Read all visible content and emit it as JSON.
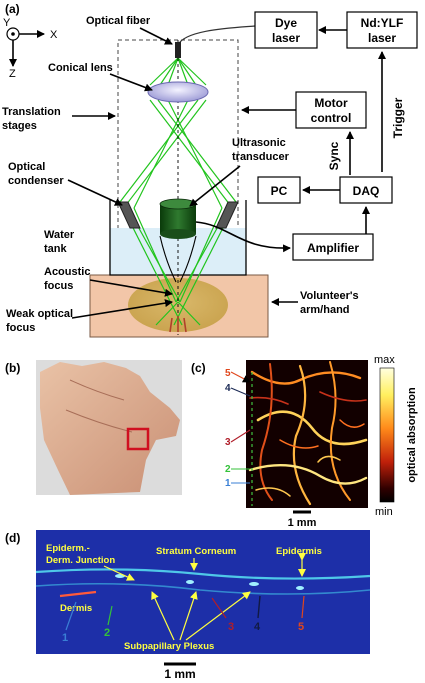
{
  "panel_a": {
    "label": "(a)",
    "axes": {
      "y": "Y",
      "x": "X",
      "z": "Z"
    },
    "optical_fiber": "Optical fiber",
    "dye_laser": [
      "Dye",
      "laser"
    ],
    "ndylf_laser": [
      "Nd:YLF",
      "laser"
    ],
    "conical_lens": "Conical lens",
    "translation_stages": [
      "Translation",
      "stages"
    ],
    "motor_control": [
      "Motor",
      "control"
    ],
    "trigger": "Trigger",
    "ultrasonic_transducer": [
      "Ultrasonic",
      "transducer"
    ],
    "optical_condenser": [
      "Optical",
      "condenser"
    ],
    "sync": "Sync",
    "pc": "PC",
    "daq": "DAQ",
    "water_tank": [
      "Water",
      "tank"
    ],
    "amplifier": "Amplifier",
    "acoustic_focus": [
      "Acoustic",
      "focus"
    ],
    "weak_optical_focus": [
      "Weak optical",
      "focus"
    ],
    "volunteer": [
      "Volunteer's",
      "arm/hand"
    ]
  },
  "panel_b": {
    "label": "(b)"
  },
  "panel_c": {
    "label": "(c)",
    "markers": [
      "5",
      "4",
      "3",
      "2",
      "1"
    ],
    "colorbar_max": "max",
    "colorbar_min": "min",
    "colorbar_label": "optical absorption",
    "scalebar": "1 mm"
  },
  "panel_d": {
    "label": "(d)",
    "epiderm_junction": [
      "Epiderm.-",
      "Derm. Junction"
    ],
    "stratum_corneum": "Stratum Corneum",
    "epidermis": "Epidermis",
    "dermis": "Dermis",
    "subpapillary_plexus": "Subpapillary Plexus",
    "markers": [
      "1",
      "2",
      "3",
      "4",
      "5"
    ],
    "scalebar": "1 mm"
  },
  "colors": {
    "ray": "#22c41e",
    "water": "#dceef8",
    "tissue": "#f2c6a8",
    "marker1": "#3a7fd5",
    "marker2": "#34c23a",
    "marker3": "#b01e2a",
    "marker4": "#1b2a55",
    "marker5": "#e0461c",
    "bscan_bg": "#1d2fa8"
  }
}
